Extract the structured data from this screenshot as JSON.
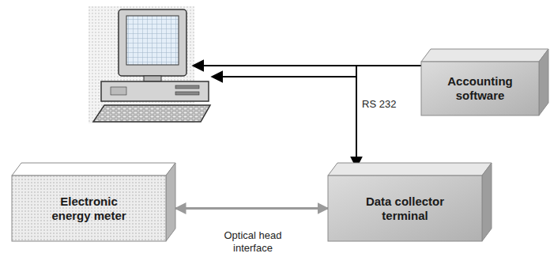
{
  "diagram": {
    "nodes": [
      {
        "text": [
          "Accounting software"
        ]
      },
      {
        "text": [
          "Electronic energy meter"
        ]
      },
      {
        "text": [
          "Data collector terminal"
        ]
      }
    ],
    "edges": [
      {
        "from": 1,
        "to": 2,
        "label": "Optical head interface",
        "arrow": "both"
      }
    ],
    "labels": [
      "RS 232"
    ]
  }
}
